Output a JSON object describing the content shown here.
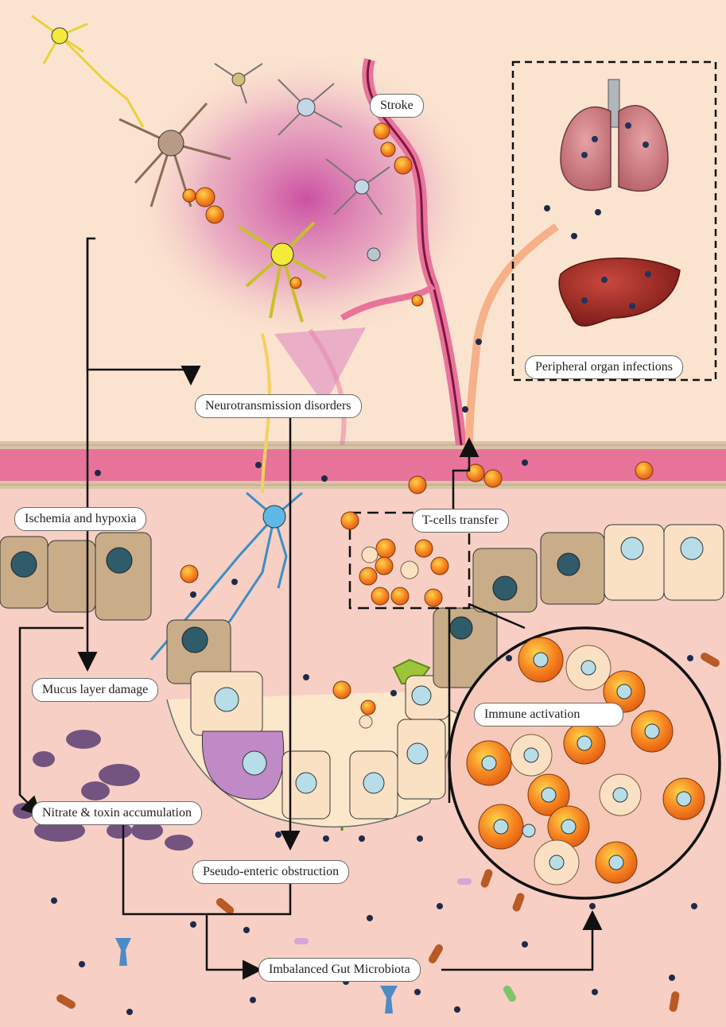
{
  "labels": {
    "stroke": "Stroke",
    "peripheral": "Peripheral organ infections",
    "neurotransmission": "Neurotransmission disorders",
    "ischemia": "Ischemia and hypoxia",
    "tcells": "T-cells transfer",
    "mucus": "Mucus layer damage",
    "immune": "Immune activation",
    "nitrate": "Nitrate & toxin accumulation",
    "pseudo": "Pseudo-enteric obstruction",
    "microbiota": "Imbalanced Gut Microbiota"
  },
  "colors": {
    "brain_bg": "#fbe4cf",
    "gut_bg": "#f7cfc4",
    "vessel": "#e8739a",
    "brain_glow": "#c2379a",
    "immune_cell": "#f58220",
    "neuron_yellow": "#f4ea3a",
    "neuron_blue": "#5fb9e6",
    "epithelium": "#fbe1c4",
    "goblet": "#c8ad88",
    "bacteria": "#1f2a4a"
  }
}
